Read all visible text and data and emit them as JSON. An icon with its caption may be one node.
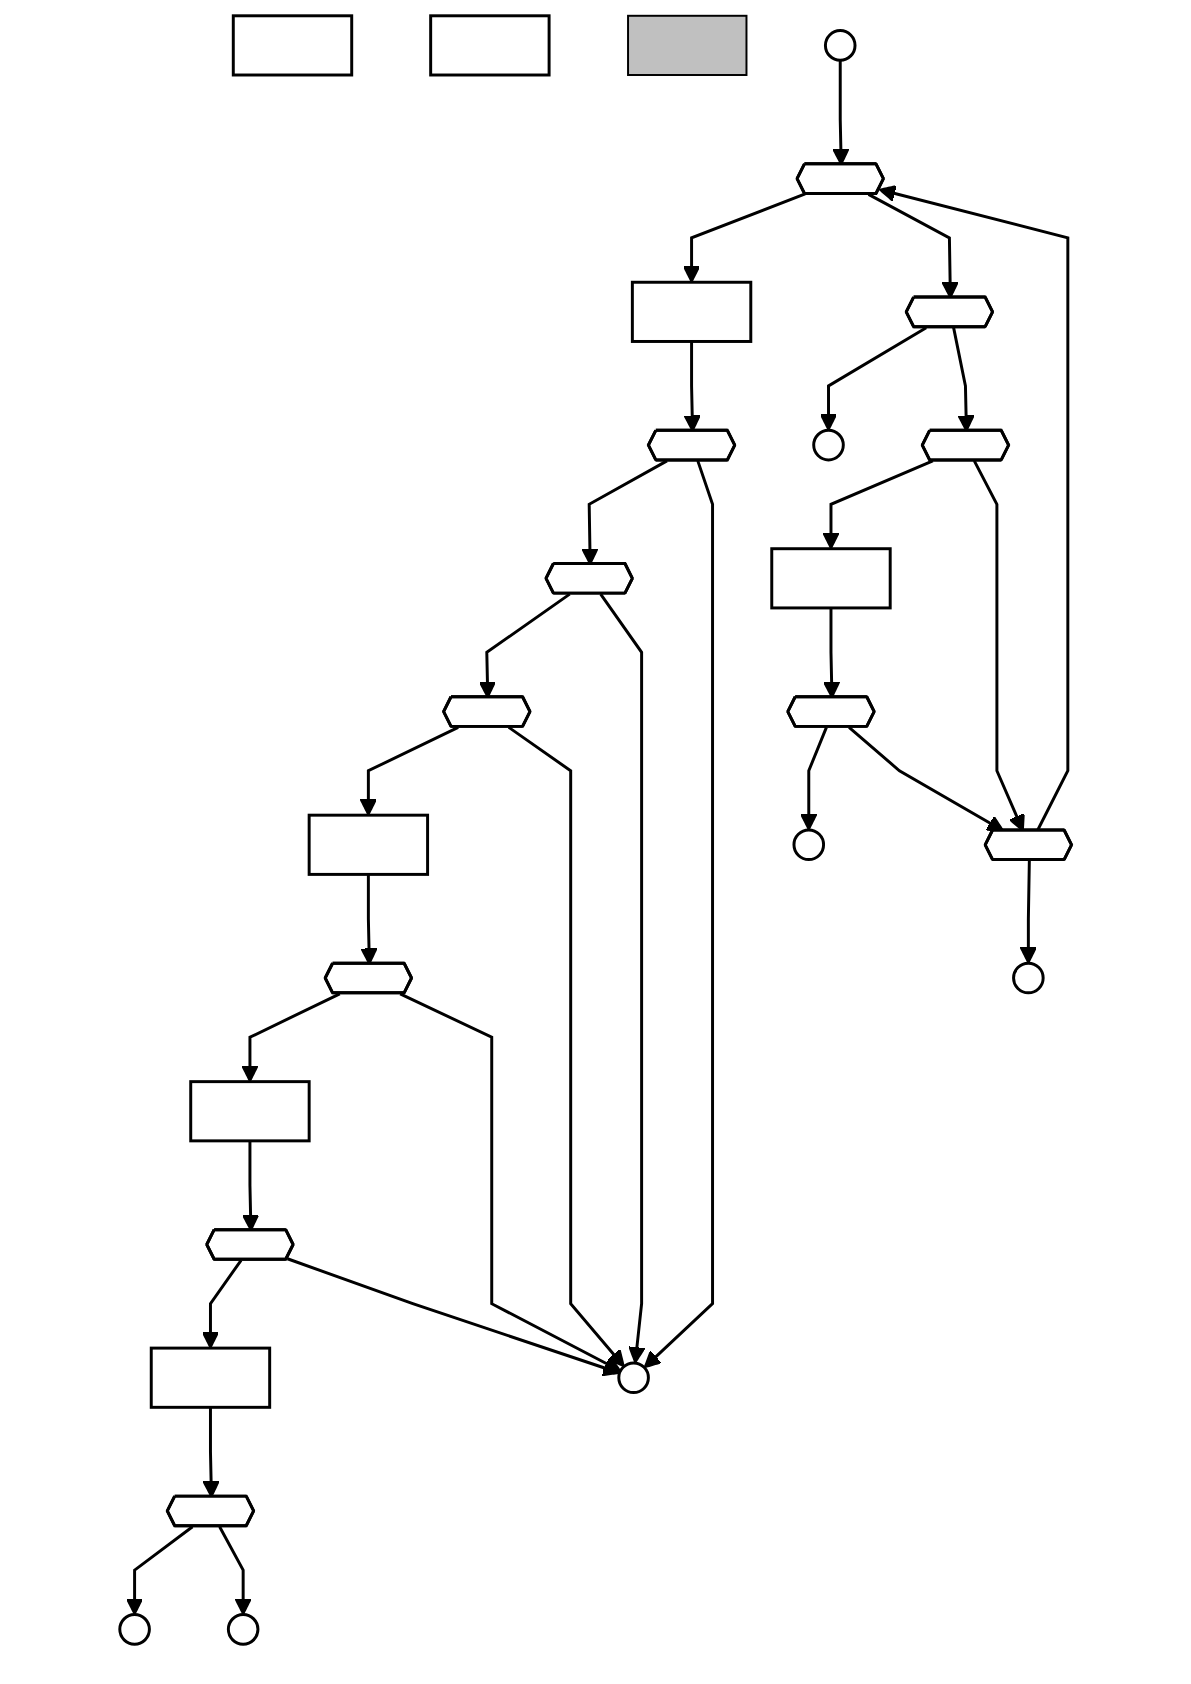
{
  "diagram": {
    "nodes": [
      {
        "text": [],
        "shape": "box"
      },
      {
        "text": [],
        "shape": "box"
      },
      {
        "text": [],
        "shape": "bar"
      },
      {
        "text": [],
        "shape": "circle"
      },
      {
        "text": [],
        "shape": "hexagon"
      },
      {
        "text": [],
        "shape": "box"
      },
      {
        "text": [],
        "shape": "hexagon"
      },
      {
        "text": [],
        "shape": "hexagon"
      },
      {
        "text": [],
        "shape": "hexagon"
      },
      {
        "text": [],
        "shape": "box"
      },
      {
        "text": [],
        "shape": "hexagon"
      },
      {
        "text": [],
        "shape": "box"
      },
      {
        "text": [],
        "shape": "hexagon"
      },
      {
        "text": [],
        "shape": "box"
      },
      {
        "text": [],
        "shape": "hexagon"
      },
      {
        "text": [],
        "shape": "circle"
      },
      {
        "text": [],
        "shape": "circle"
      },
      {
        "text": [],
        "shape": "hexagon"
      },
      {
        "text": [],
        "shape": "circle"
      },
      {
        "text": [],
        "shape": "hexagon"
      },
      {
        "text": [],
        "shape": "box"
      },
      {
        "text": [],
        "shape": "hexagon"
      },
      {
        "text": [],
        "shape": "circle"
      },
      {
        "text": [],
        "shape": "hexagon"
      },
      {
        "text": [],
        "shape": "circle"
      },
      {
        "text": [],
        "shape": "circle"
      }
    ],
    "edges": [
      {
        "from": 3,
        "to": 4,
        "arrow": "to"
      },
      {
        "from": 4,
        "to": 5,
        "arrow": "to"
      },
      {
        "from": 4,
        "to": 17,
        "arrow": "to"
      },
      {
        "from": 5,
        "to": 6,
        "arrow": "to"
      },
      {
        "from": 6,
        "to": 7,
        "arrow": "to"
      },
      {
        "from": 7,
        "to": 8,
        "arrow": "to"
      },
      {
        "from": 8,
        "to": 9,
        "arrow": "to"
      },
      {
        "from": 9,
        "to": 10,
        "arrow": "to"
      },
      {
        "from": 10,
        "to": 11,
        "arrow": "to"
      },
      {
        "from": 11,
        "to": 12,
        "arrow": "to"
      },
      {
        "from": 12,
        "to": 13,
        "arrow": "to"
      },
      {
        "from": 13,
        "to": 14,
        "arrow": "to"
      },
      {
        "from": 14,
        "to": 15,
        "arrow": "to"
      },
      {
        "from": 14,
        "to": 16,
        "arrow": "to"
      },
      {
        "from": 6,
        "to": 25,
        "arrow": "to"
      },
      {
        "from": 7,
        "to": 25,
        "arrow": "to"
      },
      {
        "from": 8,
        "to": 25,
        "arrow": "to"
      },
      {
        "from": 10,
        "to": 25,
        "arrow": "to"
      },
      {
        "from": 12,
        "to": 25,
        "arrow": "to"
      },
      {
        "from": 17,
        "to": 18,
        "arrow": "to"
      },
      {
        "from": 17,
        "to": 19,
        "arrow": "to"
      },
      {
        "from": 19,
        "to": 20,
        "arrow": "to"
      },
      {
        "from": 19,
        "to": 23,
        "arrow": "to"
      },
      {
        "from": 20,
        "to": 21,
        "arrow": "to"
      },
      {
        "from": 21,
        "to": 22,
        "arrow": "to"
      },
      {
        "from": 21,
        "to": 23,
        "arrow": "to"
      },
      {
        "from": 23,
        "to": 24,
        "arrow": "to"
      },
      {
        "from": 23,
        "to": 4,
        "arrow": "to"
      }
    ]
  }
}
